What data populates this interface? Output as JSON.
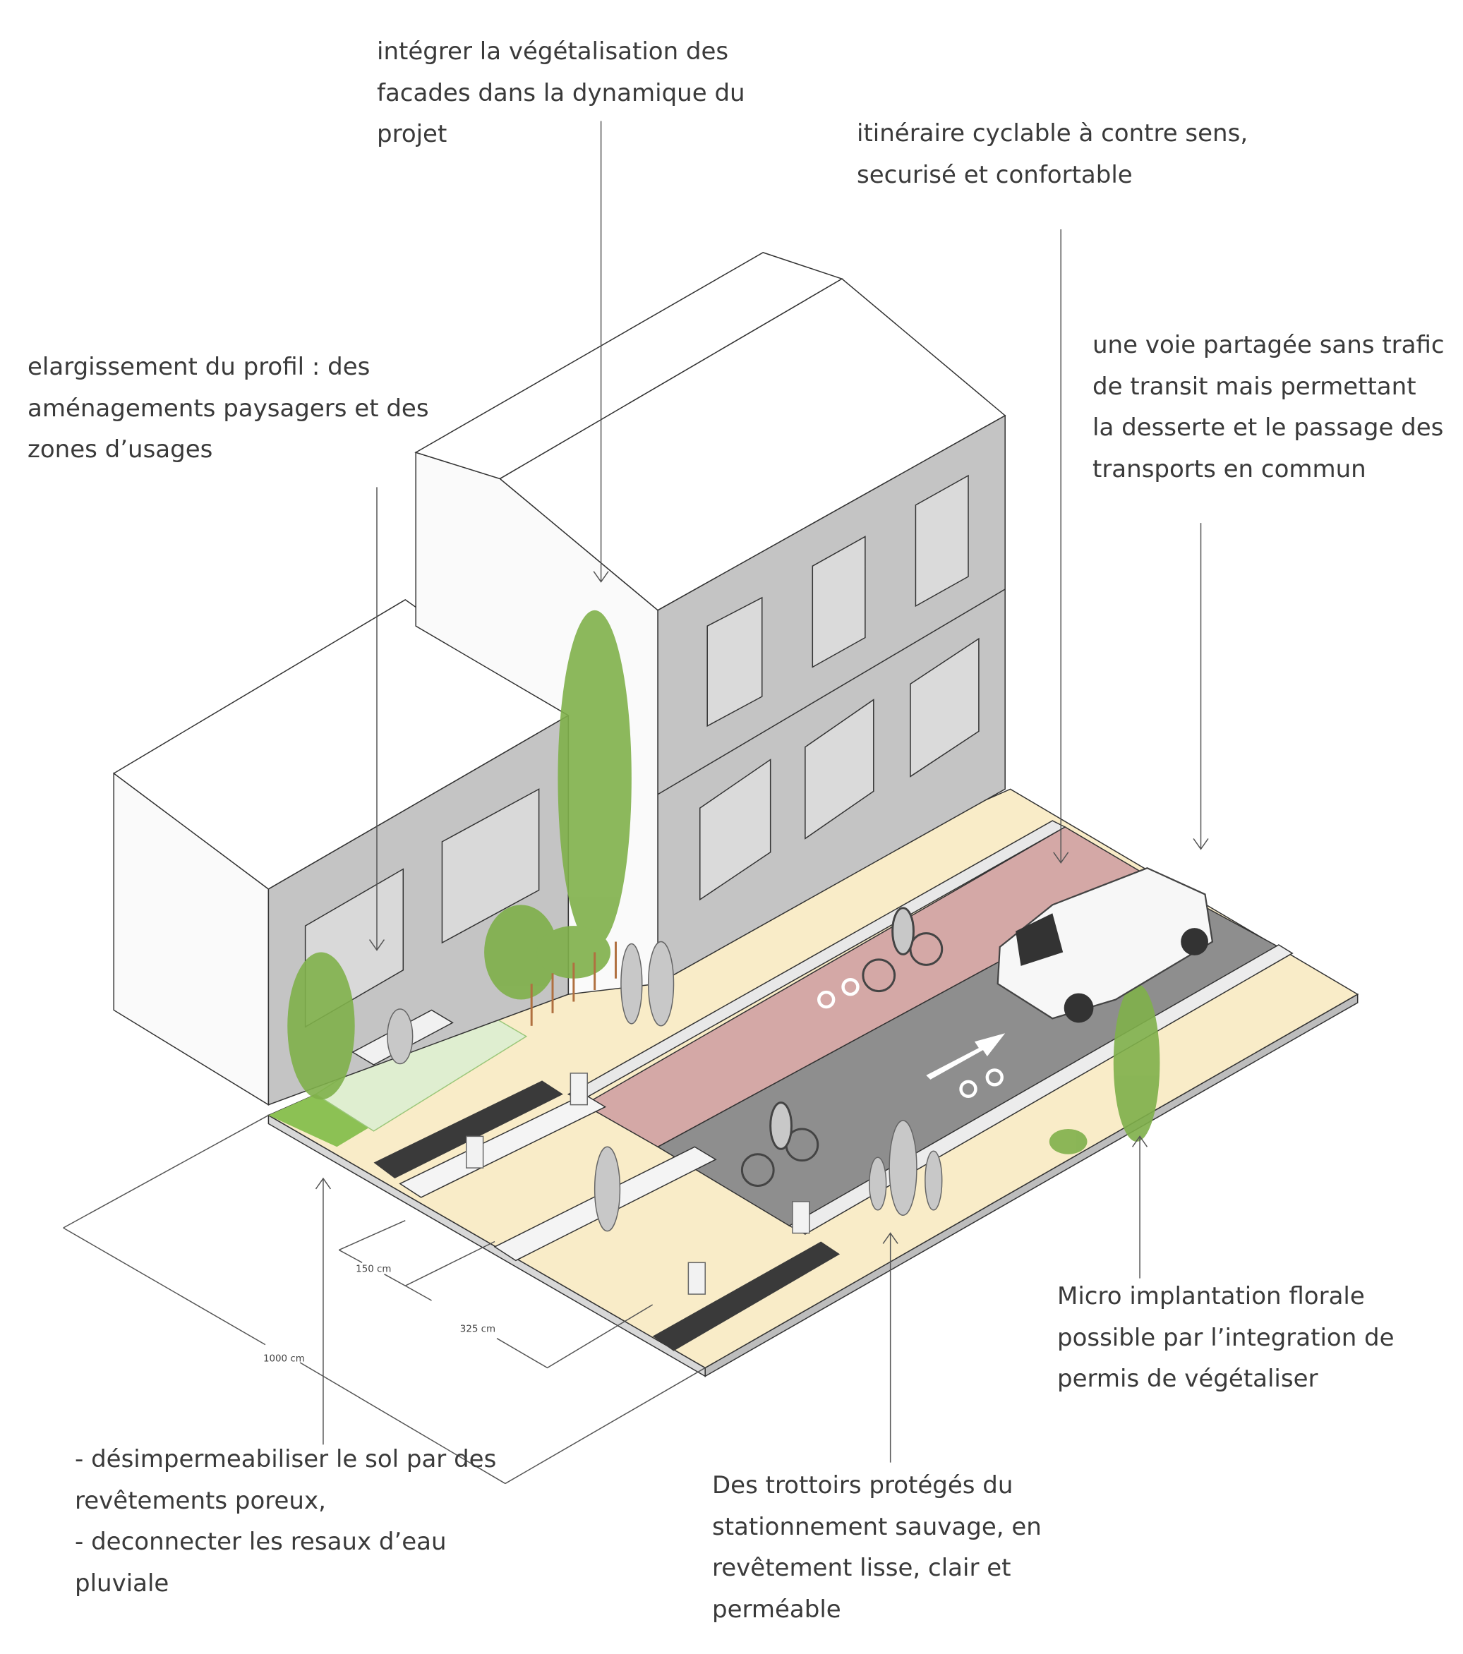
{
  "annotations": {
    "facades": [
      "intégrer la végétalisation des",
      "facades dans la dynamique du",
      "projet"
    ],
    "cycle": [
      "itinéraire cyclable à contre sens,",
      "securisé et confortable"
    ],
    "profile": [
      "elargissement du profil : des",
      "aménagements paysagers et des",
      "zones d’usages"
    ],
    "shared_lane": [
      "une voie partagée sans trafic",
      "de transit mais permettant",
      "la desserte et le passage des",
      "transports en commun"
    ],
    "floral": [
      "Micro implantation florale",
      "possible par l’integration de",
      "permis de végétaliser"
    ],
    "soil": [
      "- désimpermeabiliser le sol par des",
      "revêtements poreux,",
      "- deconnecter les resaux d’eau",
      "pluviale"
    ],
    "sidewalks": [
      "Des trottoirs protégés du",
      "stationnement sauvage, en",
      "revêtement lisse, clair et",
      "perméable"
    ]
  },
  "dimensions": {
    "sidewalk": "150 cm",
    "roadway": "325 cm",
    "total": "1000 cm"
  },
  "colors": {
    "sidewalk": "#f9ecc8",
    "cycle_lane": "#d4a8a6",
    "road": "#8e8e8e",
    "wall": "#c4c4c4",
    "roof": "#ffffff",
    "vegetation": "#7fb04a",
    "tactile": "#3a3a3a"
  }
}
